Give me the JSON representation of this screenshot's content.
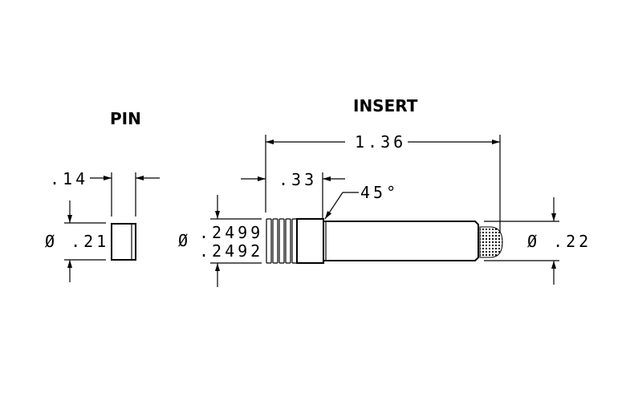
{
  "pin": {
    "title": "PIN",
    "length_dim": ".14",
    "diameter_dim": "Ø .21"
  },
  "insert": {
    "title": "INSERT",
    "overall_length_dim": "1.36",
    "knurl_length_dim": ".33",
    "chamfer_angle": "45°",
    "shank_diameter_max": ".2499",
    "shank_diameter_min": ".2492",
    "shank_diameter_symbol": "Ø",
    "body_diameter_dim": "Ø .22"
  }
}
